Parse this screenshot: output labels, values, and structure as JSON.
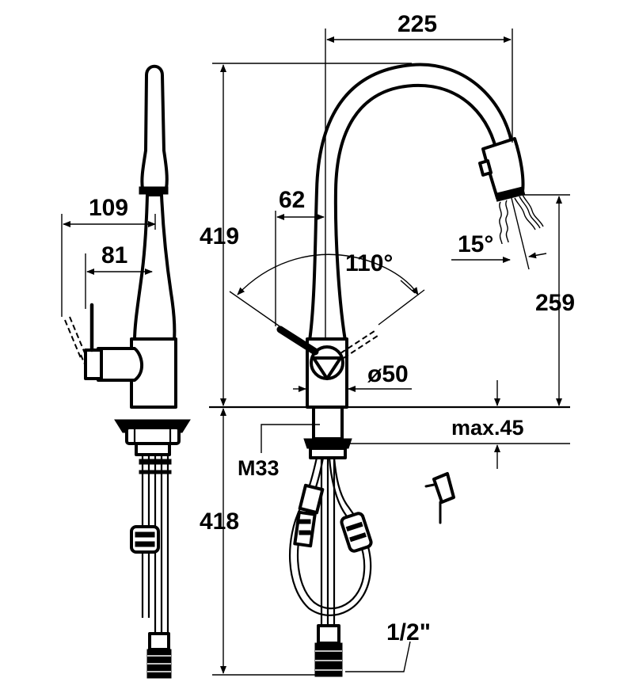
{
  "dimensions": {
    "side_depth_total": "109",
    "side_depth_lever": "81",
    "height_total": "419",
    "lever_offset": "62",
    "lever_angle": "110°",
    "spout_reach": "225",
    "spray_angle": "15°",
    "spout_height": "259",
    "base_diameter": "ø50",
    "counter_thickness": "max.45",
    "thread": "M33",
    "hose_length": "418",
    "connection": "1/2\""
  },
  "colors": {
    "ink": "#000000",
    "paper": "#ffffff"
  }
}
